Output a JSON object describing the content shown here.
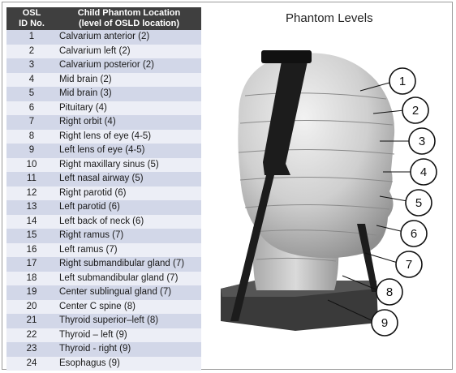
{
  "table": {
    "header_id": [
      "OSL",
      "ID No."
    ],
    "header_location": [
      "Child Phantom Location",
      "(level of OSLD location)"
    ],
    "rows": [
      {
        "id": "1",
        "location": "Calvarium anterior (2)"
      },
      {
        "id": "2",
        "location": "Calvarium left (2)"
      },
      {
        "id": "3",
        "location": "Calvarium posterior (2)"
      },
      {
        "id": "4",
        "location": "Mid brain (2)"
      },
      {
        "id": "5",
        "location": "Mid brain (3)"
      },
      {
        "id": "6",
        "location": "Pituitary (4)"
      },
      {
        "id": "7",
        "location": "Right orbit (4)"
      },
      {
        "id": "8",
        "location": "Right lens of eye (4-5)"
      },
      {
        "id": "9",
        "location": "Left lens of eye (4-5)"
      },
      {
        "id": "10",
        "location": "Right maxillary sinus (5)"
      },
      {
        "id": "11",
        "location": "Left nasal airway (5)"
      },
      {
        "id": "12",
        "location": "Right parotid (6)"
      },
      {
        "id": "13",
        "location": "Left parotid (6)"
      },
      {
        "id": "14",
        "location": "Left back of neck (6)"
      },
      {
        "id": "15",
        "location": "Right ramus (7)"
      },
      {
        "id": "16",
        "location": "Left ramus (7)"
      },
      {
        "id": "17",
        "location": "Right submandibular gland (7)"
      },
      {
        "id": "18",
        "location": "Left submandibular gland (7)"
      },
      {
        "id": "19",
        "location": "Center sublingual gland (7)"
      },
      {
        "id": "20",
        "location": "Center C spine (8)"
      },
      {
        "id": "21",
        "location": "Thyroid superior–left (8)"
      },
      {
        "id": "22",
        "location": "Thyroid – left (9)"
      },
      {
        "id": "23",
        "location": "Thyroid - right (9)"
      },
      {
        "id": "24",
        "location": "Esophagus (9)"
      }
    ]
  },
  "photo": {
    "title": "Phantom Levels",
    "levels": [
      "1",
      "2",
      "3",
      "4",
      "5",
      "6",
      "7",
      "8",
      "9"
    ]
  },
  "colors": {
    "header_bg": "#3f3f3f",
    "row_odd": "#d2d7e8",
    "row_even": "#eceef6",
    "strap": "#1c1c1c",
    "phantom": "#c9c9c9"
  }
}
